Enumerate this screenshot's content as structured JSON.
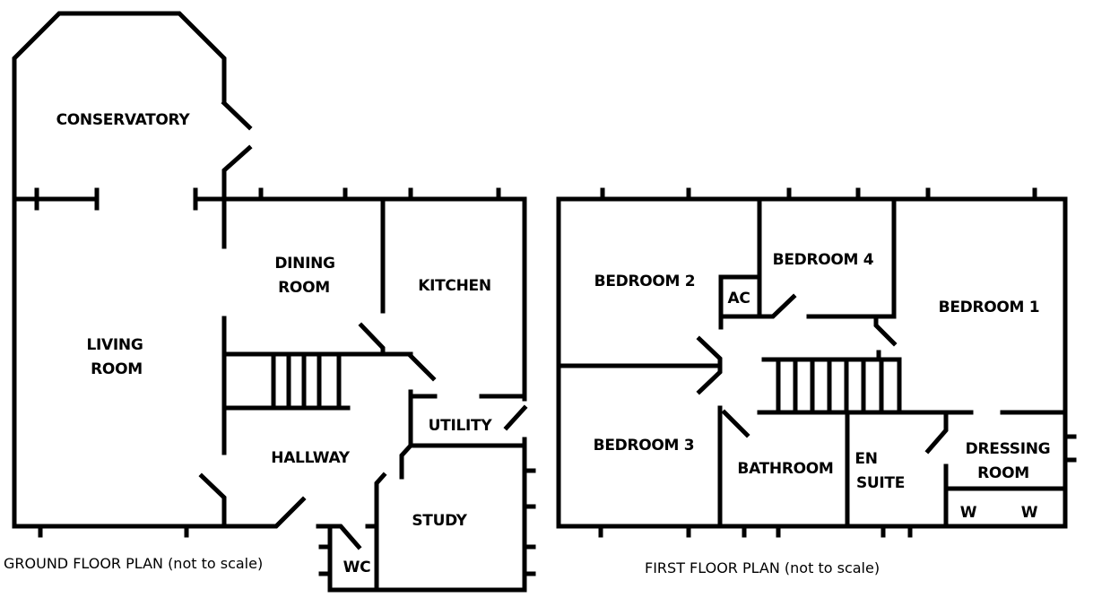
{
  "ground_floor": {
    "caption": "GROUND FLOOR PLAN (not to scale)",
    "rooms": {
      "conservatory": "CONSERVATORY",
      "living_1": "LIVING",
      "living_2": "ROOM",
      "dining_1": "DINING",
      "dining_2": "ROOM",
      "kitchen": "KITCHEN",
      "utility": "UTILITY",
      "hallway": "HALLWAY",
      "study": "STUDY",
      "wc": "WC"
    }
  },
  "first_floor": {
    "caption": "FIRST FLOOR PLAN (not to scale)",
    "rooms": {
      "bedroom2": "BEDROOM 2",
      "bedroom4": "BEDROOM 4",
      "ac": "AC",
      "bedroom1": "BEDROOM 1",
      "bedroom3": "BEDROOM 3",
      "bathroom": "BATHROOM",
      "ensuite_1": "EN",
      "ensuite_2": "SUITE",
      "dressing_1": "DRESSING",
      "dressing_2": "ROOM",
      "wardrobe_1": "W",
      "wardrobe_2": "W"
    }
  },
  "colors": {
    "wall": "#000000",
    "background": "#ffffff"
  }
}
